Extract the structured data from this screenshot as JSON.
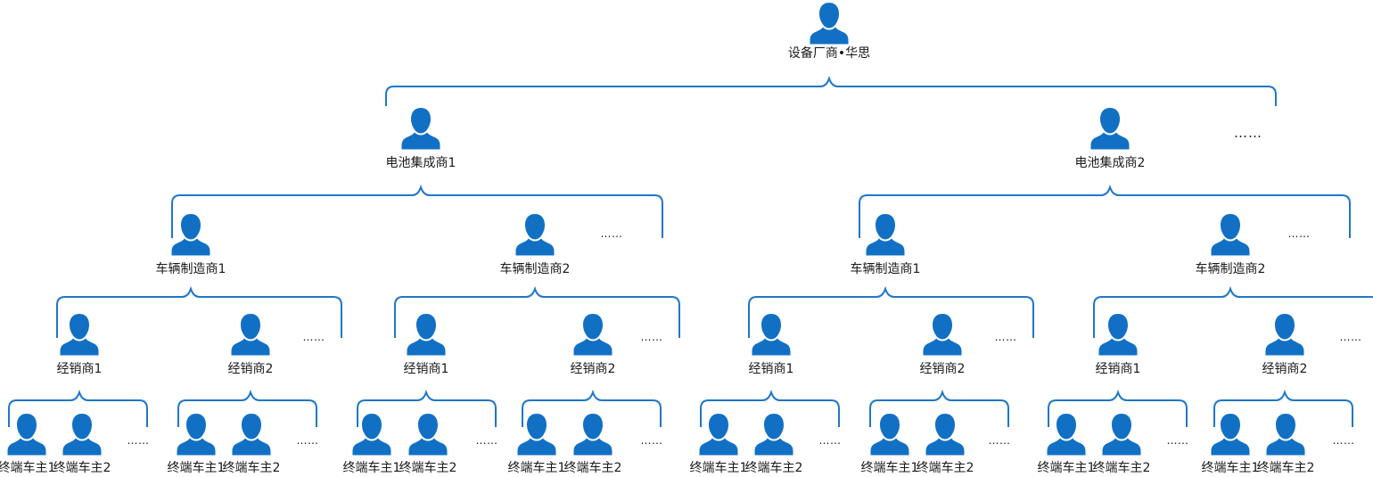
{
  "colors": {
    "icon": "#1170c4",
    "bracket": "#1f77c8",
    "text": "#1a1a1a"
  },
  "icon": "person-icon",
  "ellipsis": "……",
  "root": {
    "label": "设备厂商•华思",
    "integrators": [
      {
        "label": "电池集成商1",
        "manufacturers": [
          {
            "label": "车辆制造商1",
            "dealers": [
              {
                "label": "经销商1",
                "owners": [
                  "终端车主1",
                  "终端车主2"
                ]
              },
              {
                "label": "经销商2",
                "owners": [
                  "终端车主1",
                  "终端车主2"
                ]
              }
            ]
          },
          {
            "label": "车辆制造商2",
            "dealers": [
              {
                "label": "经销商1",
                "owners": [
                  "终端车主1",
                  "终端车主2"
                ]
              },
              {
                "label": "经销商2",
                "owners": [
                  "终端车主1",
                  "终端车主2"
                ]
              }
            ]
          }
        ]
      },
      {
        "label": "电池集成商2",
        "manufacturers": [
          {
            "label": "车辆制造商1",
            "dealers": [
              {
                "label": "经销商1",
                "owners": [
                  "终端车主1",
                  "终端车主2"
                ]
              },
              {
                "label": "经销商2",
                "owners": [
                  "终端车主1",
                  "终端车主2"
                ]
              }
            ]
          },
          {
            "label": "车辆制造商2",
            "dealers": [
              {
                "label": "经销商1",
                "owners": [
                  "终端车主1",
                  "终端车主2"
                ]
              },
              {
                "label": "经销商2",
                "owners": [
                  "终端车主1",
                  "终端车主2"
                ]
              }
            ]
          }
        ]
      }
    ]
  }
}
